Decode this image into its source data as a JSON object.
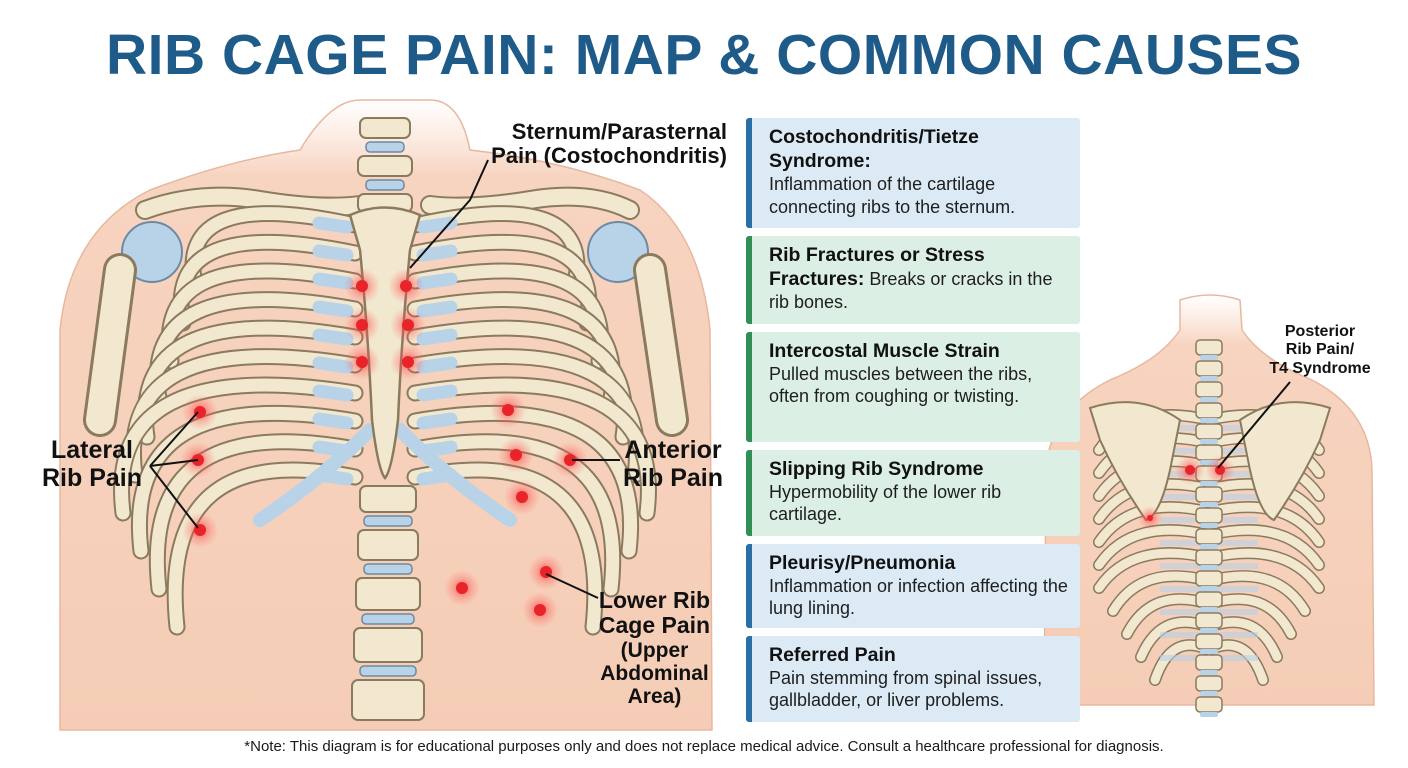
{
  "title": "RIB CAGE PAIN: MAP & COMMON CAUSES",
  "labels": {
    "sternum_line1": "Sternum/Parasternal",
    "sternum_line2": "Pain (Costochondritis)",
    "lateral_line1": "Lateral",
    "lateral_line2": "Rib Pain",
    "anterior_line1": "Anterior",
    "anterior_line2": "Rib Pain",
    "lower_line1": "Lower Rib",
    "lower_line2": "Cage Pain",
    "lower_line3": "(Upper",
    "lower_line4": "Abdominal",
    "lower_line5": "Area)",
    "posterior_line1": "Posterior",
    "posterior_line2": "Rib Pain/",
    "posterior_line3": "T4 Syndrome"
  },
  "causes": [
    {
      "heading": "Costochondritis/Tietze Syndrome:",
      "body": "Inflammation of the cartilage connecting ribs to the sternum.",
      "theme": "blue"
    },
    {
      "heading": "Rib Fractures or Stress Fractures:",
      "body": "Breaks or cracks in the rib bones.",
      "theme": "green"
    },
    {
      "heading": "Intercostal Muscle Strain",
      "body": "Pulled muscles between the ribs, often from coughing or twisting.",
      "theme": "green"
    },
    {
      "heading": "Slipping Rib Syndrome",
      "body": "Hypermobility of the lower rib cartilage.",
      "theme": "green"
    },
    {
      "heading": "Pleurisy/Pneumonia",
      "body": "Inflammation or infection affecting the lung lining.",
      "theme": "blue"
    },
    {
      "heading": "Referred Pain",
      "body": "Pain stemming from spinal issues, gallbladder, or liver problems.",
      "theme": "blue"
    }
  ],
  "note": "*Note: This diagram is for educational purposes only and does not replace medical advice. Consult a healthcare professional for diagnosis.",
  "colors": {
    "title": "#1e5b89",
    "skin": "#f6d3bf",
    "bone": "#f2e8cf",
    "cartilage": "#b8d2e8",
    "pain": "#e8242b",
    "card_blue": "#dbeaf5",
    "card_green": "#dcefe4"
  }
}
